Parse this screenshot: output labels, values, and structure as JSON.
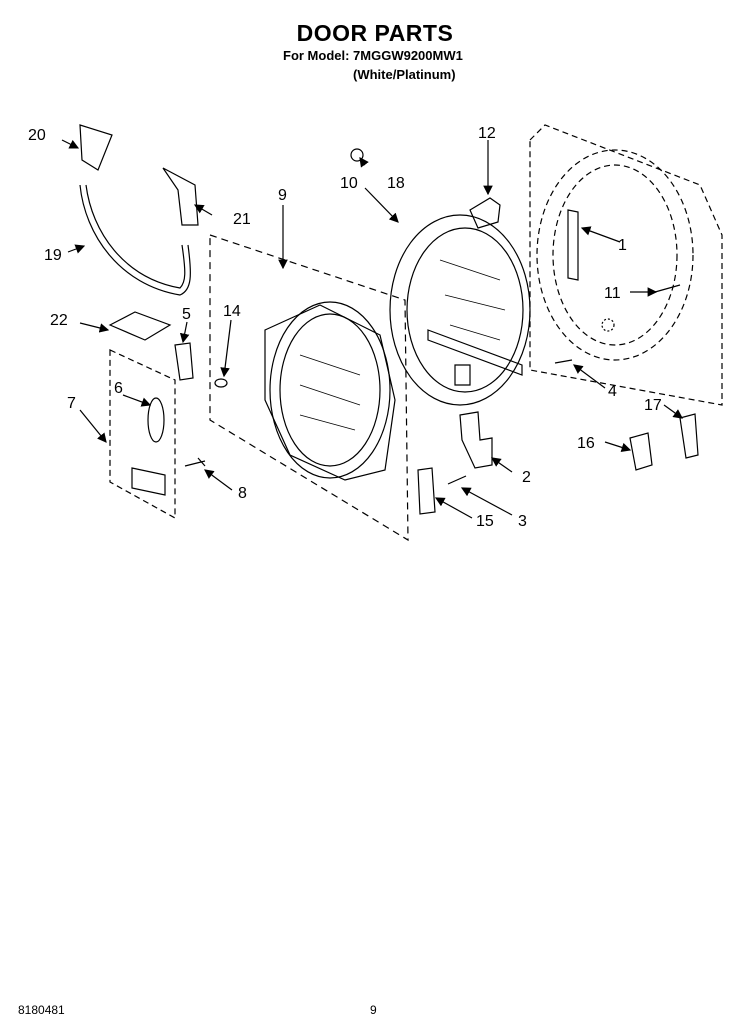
{
  "header": {
    "title": "DOOR PARTS",
    "model_line": "For Model: 7MGGW9200MW1",
    "variant": "(White/Platinum)"
  },
  "callouts": [
    "1",
    "2",
    "3",
    "4",
    "5",
    "6",
    "7",
    "8",
    "9",
    "10",
    "11",
    "12",
    "14",
    "15",
    "16",
    "17",
    "18",
    "19",
    "20",
    "21",
    "22"
  ],
  "footer": {
    "doc_number": "8180481",
    "page_number": "9"
  }
}
